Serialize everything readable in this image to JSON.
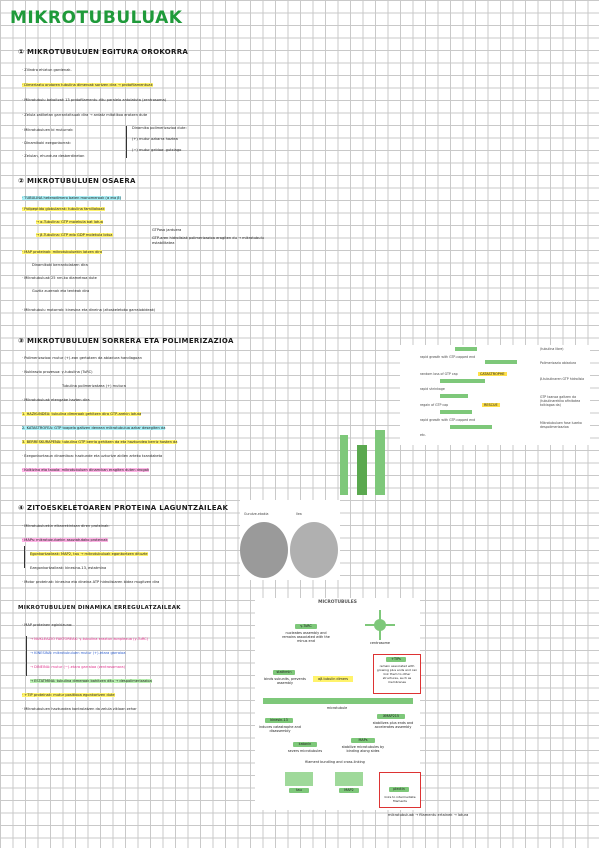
{
  "title": "MIKROTUBULUAK",
  "sections": [
    {
      "heading": "① MIKROTUBULUEN EGITURA OROKORRA",
      "lines": [
        "· Zilindro ehiztun gardenak.",
        "· Dimerizatu ondoren tubulina dimeroak sortzen dira → protofilamentuak",
        "· Mikrotubulu bakoitzak 13 protofilamentu ditu paralelo antolatuta (zentrosoma)",
        "· Zelula zatiketan garrantzitsuak dira → ardatz mitotikoa eratzen dute",
        "· Mikrotubuluen bi muturrak:",
        "· Dinamikoki ezegonkorrak:",
        "· Zelulan, ehundura desberdinetan"
      ],
      "brace_notes": [
        "Dinamika polimerizazioa dute:",
        "(+) mutur azkarra haztea",
        "(−) mutur geldoa: gutxiago"
      ]
    },
    {
      "heading": "② MIKROTUBULUEN OSAERA",
      "lines": [
        "· TUBULINA heterodimero baten monomeroak (α eta β)",
        "· Polipeptido globularrak: tubulina familiakoak",
        "→ α-Tubulina: GTP molekula bat lotua",
        "→ β-Tubulina: GTP edo GDP molekula lotua",
        "· MAP proteinak: mikrotubuluekin lotzen dira",
        "Dinamikoki berrantolatzen dira",
        "· Mikrotubuluak 25 nm-ko diametroa dute",
        "Guztiz zuzenak eta tenteak dira",
        "· Mikrotubulu motorrak: kinesina eta dineina (zitoskeletoko garraiobideak)"
      ],
      "side_notes": [
        "GTPasa jarduera",
        "GTP-aren hidrolisiak polimerizazioa eragiten du → mikrotubulu estabilitatea"
      ]
    },
    {
      "heading": "③ MIKROTUBULUEN SORRERA ETA POLIMERIZAZIOA",
      "lines": [
        "· Polimerizazioa: mutur (+)-ean gertatzen da abiadura handiagoan",
        "· Nukleazio prozesua: γ-tubulina (TuRC)",
        "Tubulina polimerizatzea (+) mutura",
        "· Mikrotubuluak etengabe hazten dira",
        "1. HAZKUNDEA: tubulina dimeroak gehitzen dira GTP-arekin lotuta",
        "2. KATASTROFEA: GTP txapela galtzen denean mikrotubulua azkar desegiten da",
        "3. BERRESKURAPENA: tubulina GTP berria gehitzen da eta hazkundea berriz hasten da",
        "· Ezegonkortasun dinamikoa: hazkunde eta uzkurtze aldien arteko txandaketa",
        "· Kolkizina eta taxola: mikrotubuluen dinamikan eragiten duten drogak"
      ]
    },
    {
      "heading": "④ ZITOESKELETOAREN PROTEINA LAGUNTZAILEAK",
      "lines": [
        "· Mikrotubuluekin elkarrekintzan diren proteinak:",
        "· MAPs: mikrotubuluekin asoziatutako proteinak",
        "Egonkortzaileak: MAP2, tau → mikrotubuluak egonkortzen dituzte",
        "Ezegonkortzaileak: kinesina-13, estatmina",
        "· Motor proteinak: kinesina eta dineina ATP hidrolisiaren bidez mugitzen dira"
      ]
    },
    {
      "heading": "MIKROTUBULUEN DINAMIKA ERREGULATZAILEAK",
      "lines": [
        "· MAP proteinen eginkizuna:",
        "→ NUKLEAZIO FAKTOREAK: γ-tubulina eraztun konplexua (γ-TuRC)",
        "→ KINESINA: mikrotubuluen mutur (+)-etara garraioa",
        "→ DINEINA: mutur (−)-etara garraioa (zentrosomara)",
        "→ ESTATMINA: tubulina dimeroak bahitzen ditu → despolimerizazioa",
        "· +TIP proteinak: mutur positiboa egonkortzen dute",
        "· Mikrotubuluen hazkundea kontrolatzen da zelula zikloan zehar"
      ]
    }
  ],
  "instability_panel": {
    "rows": [
      "rapid growth with GTP-capped end",
      "random loss of GTP cap",
      "rapid shrinkage",
      "regain of GTP cap",
      "rapid growth with GTP-capped end",
      "etc."
    ],
    "catastrophe": "CATASTROPHE",
    "rescue": "RESCUE",
    "side_labels": [
      "(tubulina libre)",
      "Polimerizazio abiadura",
      "β-tubulinaren GTP hidrolisia",
      "GTP txanoa galtzen da (tubulinarekiko afinitatea txikiagoa da)",
      "Mikrotubuluen fase luzeko despolimerizazioa"
    ]
  },
  "micrograph_labels": [
    "Gurutze-ebakia",
    "Ilea"
  ],
  "protein_diagram": {
    "title": "MICROTUBULES",
    "boxes": [
      {
        "name": "γ-TuRC",
        "desc": "nucleates assembly and remains associated with the minus end"
      },
      {
        "name": "centrosome",
        "desc": ""
      },
      {
        "name": "stathmin",
        "desc": "binds subunits, prevents assembly"
      },
      {
        "name": "+TIPs",
        "desc": "remain associated with growing plus ends and can link them to other structures, such as membranes"
      },
      {
        "name": "αβ-tubulin dimers",
        "desc": ""
      },
      {
        "name": "microtubule",
        "desc": ""
      },
      {
        "name": "kinesin-13",
        "desc": "induces catastrophe and disassembly"
      },
      {
        "name": "XMAP215",
        "desc": "stabilizes plus ends and accelerates assembly"
      },
      {
        "name": "katanin",
        "desc": "severs microtubules"
      },
      {
        "name": "MAPs",
        "desc": "stabilize microtubules by binding along sides"
      },
      {
        "name": "tau",
        "desc": ""
      },
      {
        "name": "MAP2",
        "desc": ""
      },
      {
        "name": "plectin",
        "desc": "links to intermediate filaments"
      }
    ],
    "caption": "filament bundling and cross-linking",
    "footer": "mikrotubuluak → filamentu ertainek → lotura"
  },
  "colors": {
    "title": "#1f9a3a",
    "highlight_yellow": "#fff36b",
    "highlight_green": "#b8f0b0",
    "highlight_pink": "#ffb3e6",
    "tubulin_green": "#7ec87a"
  }
}
